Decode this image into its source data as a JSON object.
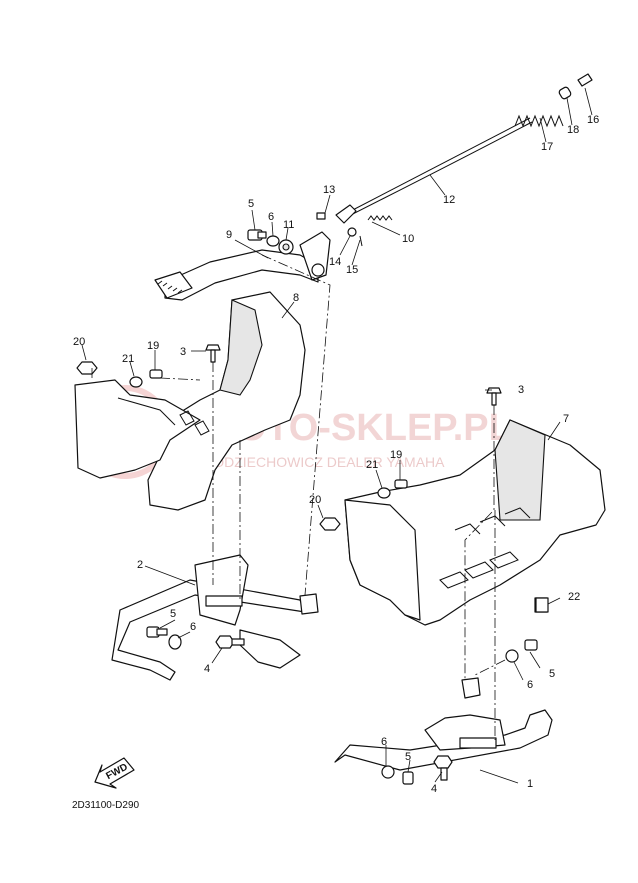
{
  "diagram_code": "2D31100-D290",
  "fwd_label": "FWD",
  "watermark": {
    "main": "MOTO-SKLEP.PL",
    "sub": "WODZIECHOWICZ DEALER YAMAHA"
  },
  "callouts": {
    "c1": "1",
    "c2": "2",
    "c3a": "3",
    "c3b": "3",
    "c4a": "4",
    "c4b": "4",
    "c5a": "5",
    "c5b": "5",
    "c5c": "5",
    "c5d": "5",
    "c6a": "6",
    "c6b": "6",
    "c6c": "6",
    "c6d": "6",
    "c7": "7",
    "c8": "8",
    "c9": "9",
    "c10": "10",
    "c11": "11",
    "c12": "12",
    "c13": "13",
    "c14": "14",
    "c15": "15",
    "c16": "16",
    "c17": "17",
    "c18": "18",
    "c19a": "19",
    "c19b": "19",
    "c20a": "20",
    "c20b": "20",
    "c21a": "21",
    "c21b": "21",
    "c22": "22"
  }
}
